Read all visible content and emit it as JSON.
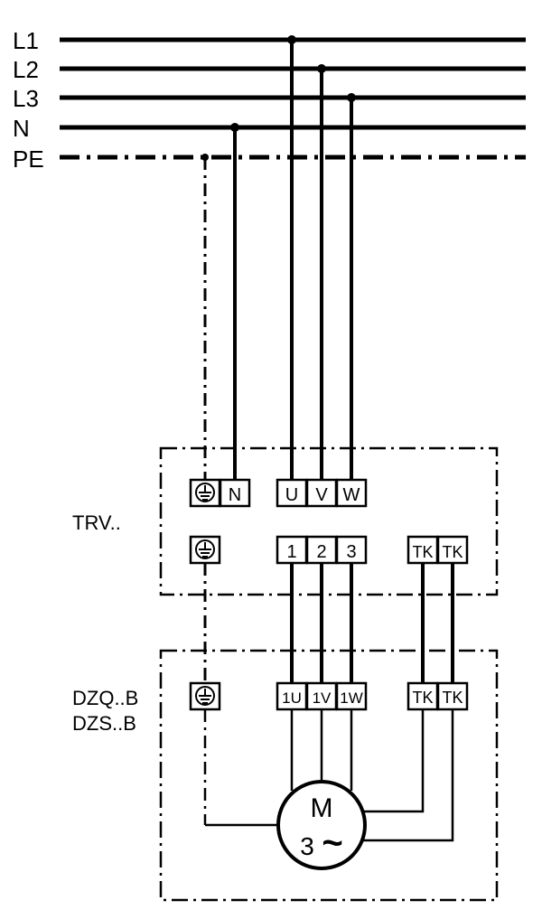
{
  "bus_labels": {
    "l1": "L1",
    "l2": "L2",
    "l3": "L3",
    "n": "N",
    "pe": "PE"
  },
  "trv": {
    "label": "TRV..",
    "top_terminals": {
      "n": "N",
      "u": "U",
      "v": "V",
      "w": "W"
    },
    "bottom_terminals": {
      "t1": "1",
      "t2": "2",
      "t3": "3",
      "tk1": "TK",
      "tk2": "TK"
    }
  },
  "motor_unit": {
    "label_line1": "DZQ..B",
    "label_line2": "DZS..B",
    "terminals": {
      "u": "1U",
      "v": "1V",
      "w": "1W",
      "tk1": "TK",
      "tk2": "TK"
    },
    "motor_top": "M",
    "motor_phase": "3",
    "motor_symbol": "~"
  }
}
